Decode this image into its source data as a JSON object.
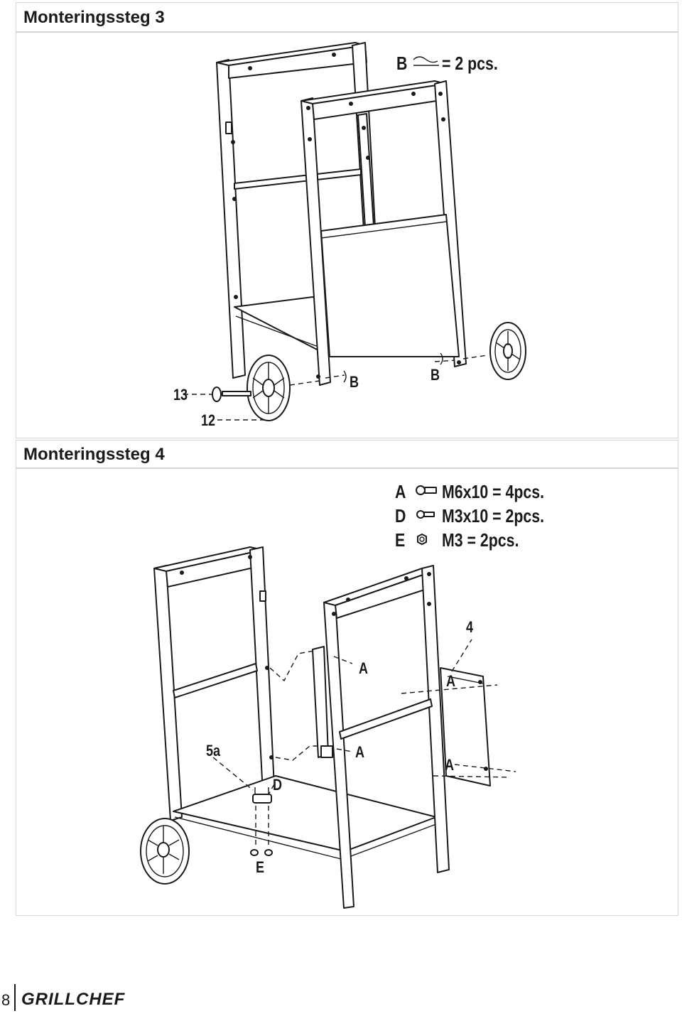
{
  "step3": {
    "title": "Monteringssteg 3",
    "legend": {
      "letter": "B",
      "text": "= 2 pcs."
    },
    "callouts": {
      "b_left": "B",
      "b_right": "B",
      "part13": "13",
      "part12": "12"
    }
  },
  "step4": {
    "title": "Monteringssteg 4",
    "legend": [
      {
        "letter": "A",
        "icon": "bolt-icon",
        "text": "M6x10 = 4pcs."
      },
      {
        "letter": "D",
        "icon": "bolt-icon",
        "text": "M3x10 = 2pcs."
      },
      {
        "letter": "E",
        "icon": "nut-icon",
        "text": "M3 = 2pcs."
      }
    ],
    "callouts": {
      "part4": "4",
      "a_top_middle": "A",
      "a_top_right": "A",
      "a_bottom_middle": "A",
      "a_bottom_right": "A",
      "part5a": "5a",
      "d": "D",
      "e": "E"
    }
  },
  "footer": {
    "page": "8",
    "brand": "GRILLCHEF"
  }
}
